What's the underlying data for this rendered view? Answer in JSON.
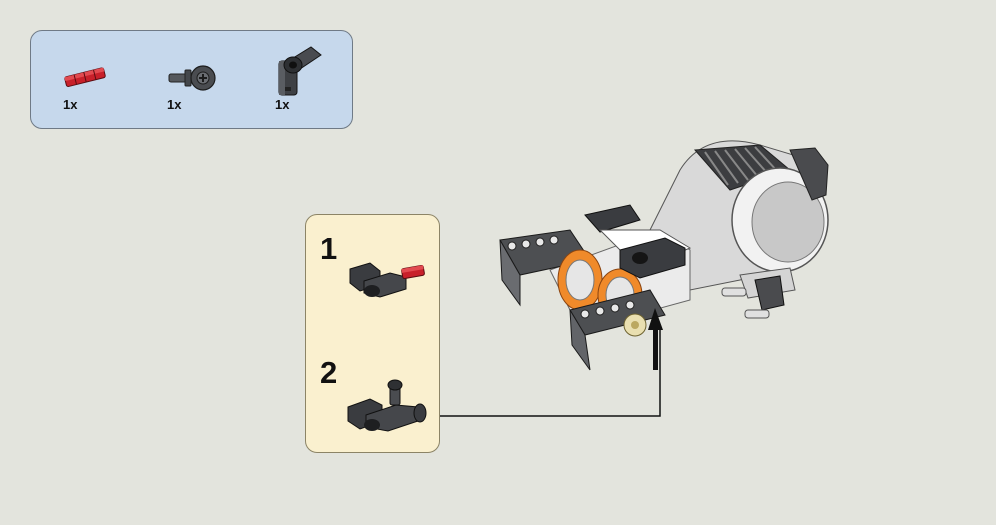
{
  "parts_list": {
    "items": [
      {
        "icon": "red-axle-pin-icon",
        "quantity": "1x",
        "color": "#c8202a"
      },
      {
        "icon": "gray-axle-pin-with-bush-icon",
        "quantity": "1x",
        "color": "#4a4c50"
      },
      {
        "icon": "gray-angle-connector-icon",
        "quantity": "1x",
        "color": "#3e4044"
      }
    ]
  },
  "sub_assembly": {
    "steps": [
      {
        "number": "1",
        "icon": "connector-with-red-pin-icon"
      },
      {
        "number": "2",
        "icon": "connector-with-gray-pin-icon"
      }
    ]
  },
  "main_model": {
    "icon": "motor-assembly-icon"
  },
  "colors": {
    "background": "#e3e4dd",
    "parts_panel": "#c6d8ec",
    "sub_panel": "#faf0cf",
    "red_part": "#c8202a",
    "dark_part": "#3e4044",
    "orange_ring": "#f08a2a"
  }
}
